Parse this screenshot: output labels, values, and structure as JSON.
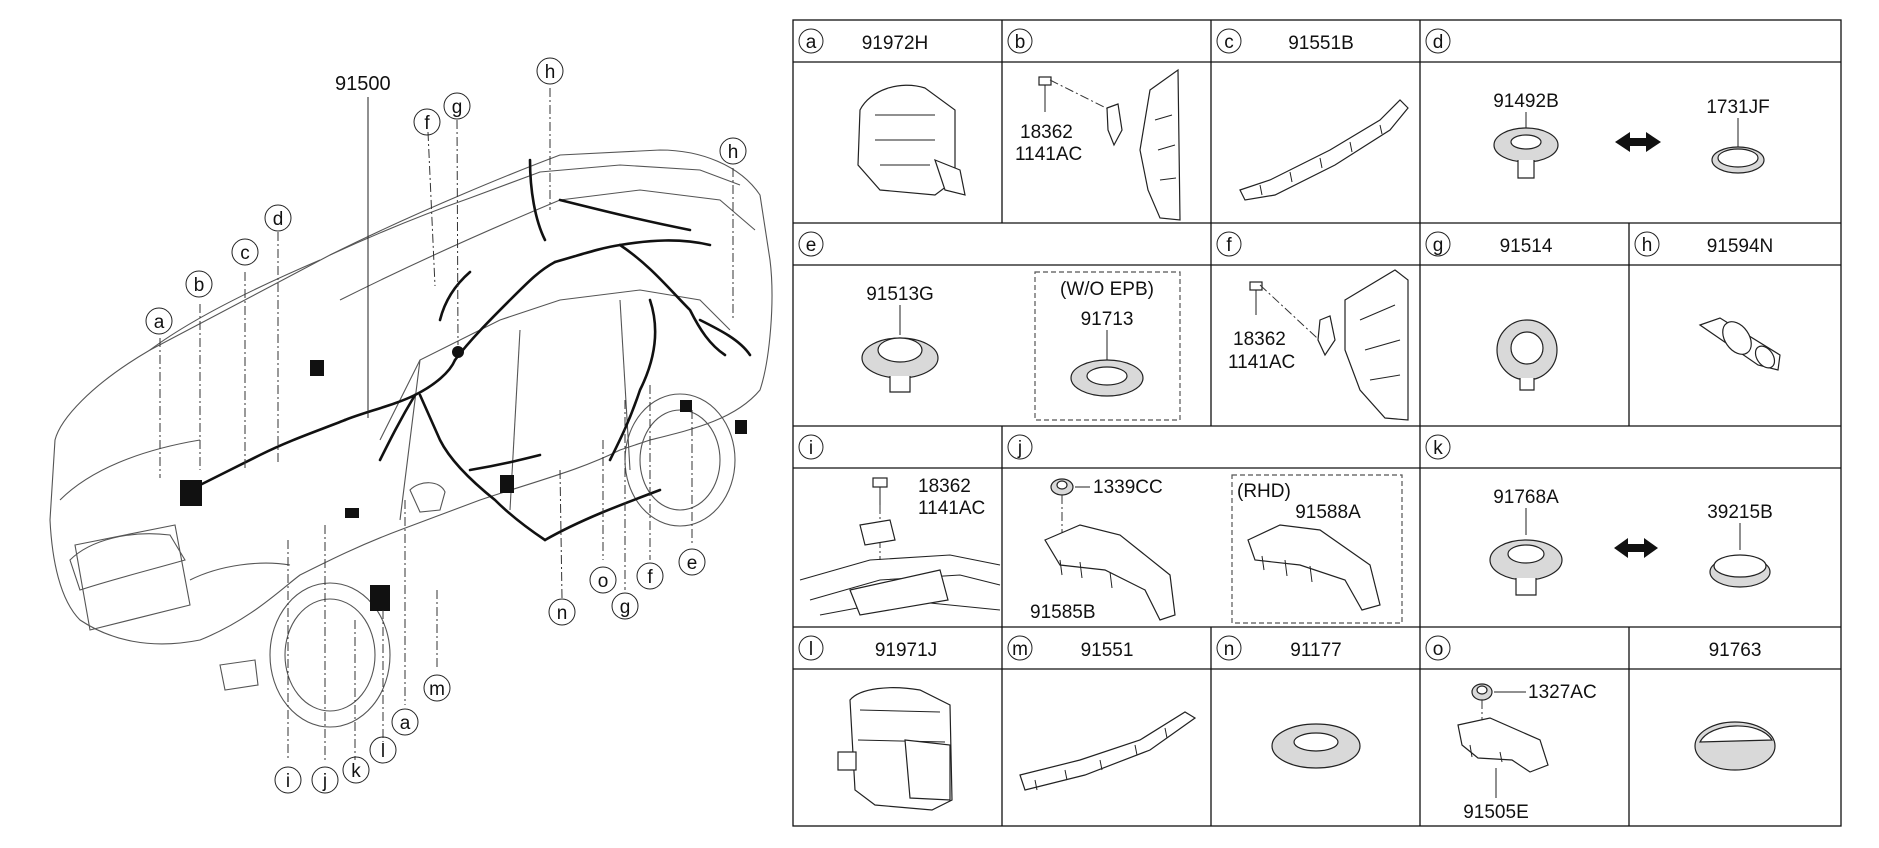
{
  "main_part_number": "91500",
  "callouts_left_bottom": [
    "i",
    "j",
    "k",
    "l",
    "a",
    "m"
  ],
  "callouts_right_bottom": [
    "n",
    "o",
    "g",
    "f",
    "e"
  ],
  "callouts_top": [
    "a",
    "b",
    "c",
    "d",
    "f",
    "g",
    "h",
    "h"
  ],
  "cells": [
    {
      "letter": "a",
      "part": "91972H"
    },
    {
      "letter": "b",
      "part": "",
      "labels": [
        "18362",
        "1141AC"
      ]
    },
    {
      "letter": "c",
      "part": "91551B"
    },
    {
      "letter": "d",
      "part": "",
      "labels": [
        "91492B",
        "1731JF"
      ]
    },
    {
      "letter": "e",
      "part": "",
      "labels": [
        "91513G",
        "(W/O EPB)",
        "91713"
      ]
    },
    {
      "letter": "f",
      "part": "",
      "labels": [
        "18362",
        "1141AC"
      ]
    },
    {
      "letter": "g",
      "part": "91514"
    },
    {
      "letter": "h",
      "part": "91594N"
    },
    {
      "letter": "i",
      "part": "",
      "labels": [
        "18362",
        "1141AC"
      ]
    },
    {
      "letter": "j",
      "part": "",
      "labels": [
        "1339CC",
        "(RHD)",
        "91588A",
        "91585B"
      ]
    },
    {
      "letter": "k",
      "part": "",
      "labels": [
        "91768A",
        "39215B"
      ]
    },
    {
      "letter": "l",
      "part": "91971J"
    },
    {
      "letter": "m",
      "part": "91551"
    },
    {
      "letter": "n",
      "part": "91177"
    },
    {
      "letter": "o",
      "part": "",
      "labels": [
        "1327AC",
        "91505E"
      ]
    },
    {
      "letter": "",
      "part": "91763"
    }
  ]
}
